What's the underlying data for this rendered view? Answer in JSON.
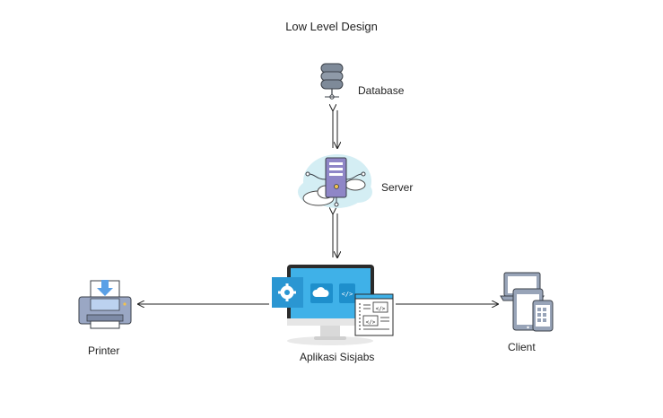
{
  "title": "Low Level Design",
  "nodes": {
    "database": {
      "label": "Database",
      "icon": "database-icon"
    },
    "server": {
      "label": "Server",
      "icon": "cloud-server-icon"
    },
    "app": {
      "label": "Aplikasi Sisjabs",
      "icon": "desktop-app-icon"
    },
    "printer": {
      "label": "Printer",
      "icon": "printer-icon"
    },
    "client": {
      "label": "Client",
      "icon": "devices-icon"
    }
  },
  "edges": [
    {
      "from": "database",
      "to": "server",
      "direction": "bidirectional"
    },
    {
      "from": "server",
      "to": "app",
      "direction": "bidirectional"
    },
    {
      "from": "app",
      "to": "printer",
      "direction": "one-way"
    },
    {
      "from": "app",
      "to": "client",
      "direction": "one-way"
    }
  ],
  "colors": {
    "monitor_screen": "#3fb1e8",
    "monitor_frame": "#2b2b2b",
    "server_cloud": "#d4eef4",
    "server_body": "#8f86c7",
    "database": "#7e8a99",
    "printer": "#9aa7c4",
    "device": "#98a4b8"
  }
}
